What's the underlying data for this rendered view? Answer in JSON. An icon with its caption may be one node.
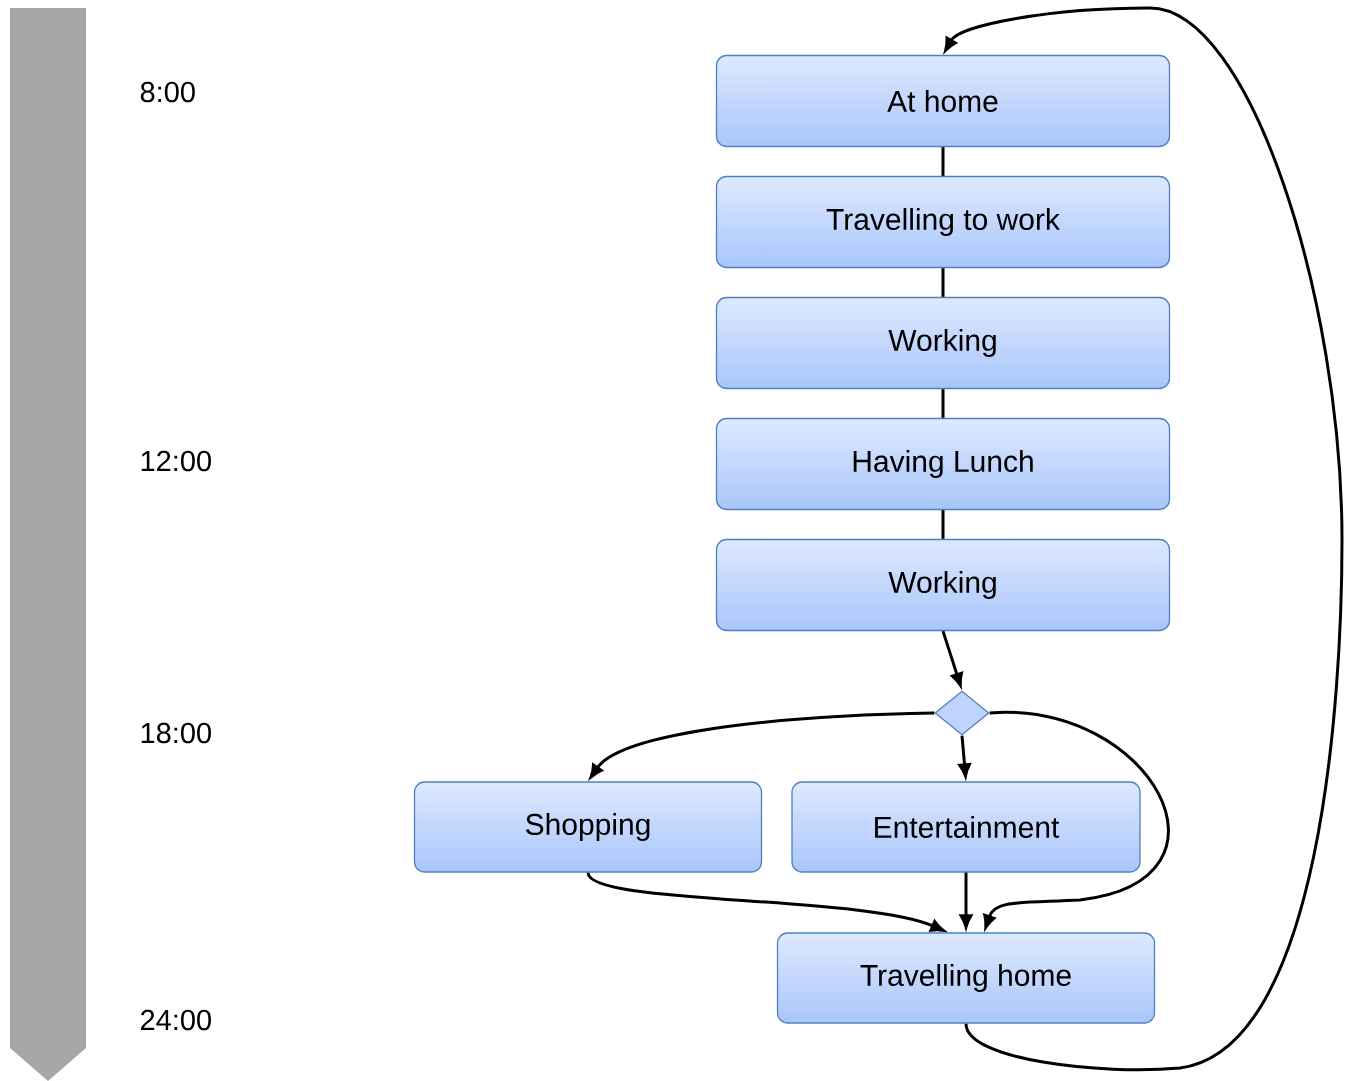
{
  "diagram": {
    "nodes": [
      {
        "text": [
          "At home"
        ]
      },
      {
        "text": [
          "Travelling to work"
        ]
      },
      {
        "text": [
          "Working"
        ]
      },
      {
        "text": [
          "Having Lunch"
        ]
      },
      {
        "text": [
          "Working"
        ]
      },
      {
        "text": [],
        "shape": "diamond"
      },
      {
        "text": [
          "Shopping"
        ]
      },
      {
        "text": [
          "Entertainment"
        ]
      },
      {
        "text": [
          "Travelling home"
        ]
      }
    ],
    "edges": [
      {
        "from": 0,
        "to": 1,
        "arrow": "none"
      },
      {
        "from": 1,
        "to": 2,
        "arrow": "none"
      },
      {
        "from": 2,
        "to": 3,
        "arrow": "none"
      },
      {
        "from": 3,
        "to": 4,
        "arrow": "none"
      },
      {
        "from": 4,
        "to": 5,
        "arrow": "to"
      },
      {
        "from": 5,
        "to": 6,
        "arrow": "to"
      },
      {
        "from": 5,
        "to": 7,
        "arrow": "to"
      },
      {
        "from": 5,
        "to": 8,
        "arrow": "to"
      },
      {
        "from": 6,
        "to": 8,
        "arrow": "to"
      },
      {
        "from": 7,
        "to": 8,
        "arrow": "to"
      },
      {
        "from": 8,
        "to": 0,
        "arrow": "to"
      }
    ],
    "labels": [
      "8:00",
      "12:00",
      "18:00",
      "24:00"
    ]
  }
}
